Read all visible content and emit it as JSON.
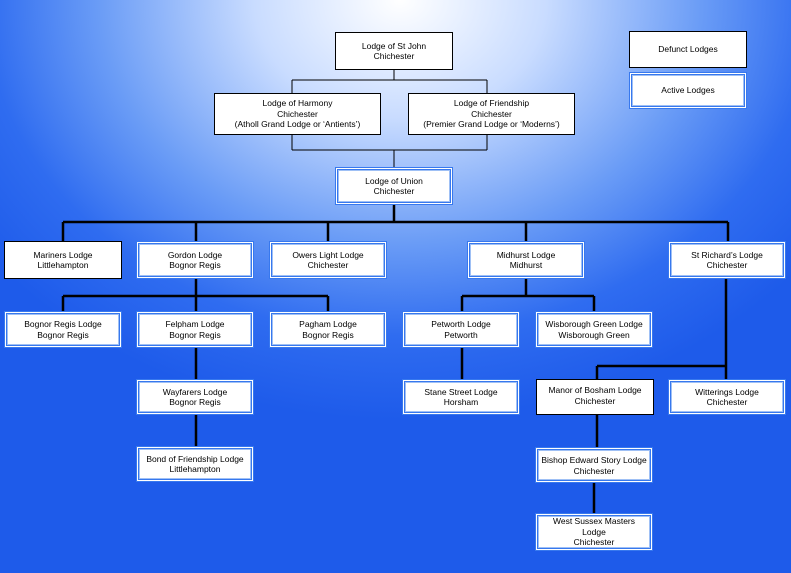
{
  "legend": {
    "defunct": "Defunct Lodges",
    "active": "Active Lodges"
  },
  "lodges": {
    "st_john": [
      "Lodge of St John",
      "Chichester"
    ],
    "harmony": [
      "Lodge of Harmony",
      "Chichester",
      "(Atholl Grand Lodge or ‘Antients’)"
    ],
    "friendship": [
      "Lodge of Friendship",
      "Chichester",
      "(Premier Grand Lodge or ‘Moderns’)"
    ],
    "union": [
      "Lodge of Union",
      "Chichester"
    ],
    "mariners": [
      "Mariners Lodge",
      "Littlehampton"
    ],
    "gordon": [
      "Gordon Lodge",
      "Bognor Regis"
    ],
    "owers": [
      "Owers Light Lodge",
      "Chichester"
    ],
    "midhurst": [
      "Midhurst Lodge",
      "Midhurst"
    ],
    "st_richards": [
      "St Richard’s Lodge",
      "Chichester"
    ],
    "bognor": [
      "Bognor Regis Lodge",
      "Bognor Regis"
    ],
    "felpham": [
      "Felpham Lodge",
      "Bognor Regis"
    ],
    "pagham": [
      "Pagham Lodge",
      "Bognor Regis"
    ],
    "petworth": [
      "Petworth Lodge",
      "Petworth"
    ],
    "wisborough": [
      "Wisborough Green Lodge",
      "Wisborough Green"
    ],
    "wayfarers": [
      "Wayfarers Lodge",
      "Bognor Regis"
    ],
    "stane": [
      "Stane Street Lodge",
      "Horsham"
    ],
    "bosham": [
      "Manor of Bosham Lodge",
      "Chichester"
    ],
    "witterings": [
      "Witterings Lodge",
      "Chichester"
    ],
    "bond": [
      "Bond of Friendship Lodge",
      "Littlehampton"
    ],
    "bishop": [
      "Bishop Edward Story Lodge",
      "Chichester"
    ],
    "west_sussex": [
      "West Sussex Masters",
      "Lodge",
      "Chichester"
    ]
  }
}
